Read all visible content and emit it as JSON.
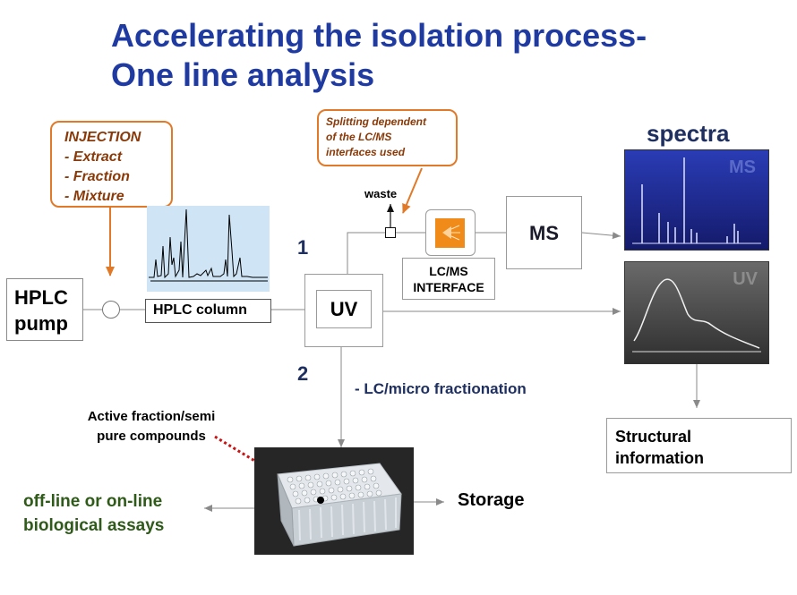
{
  "title": {
    "line1": "Accelerating the isolation process-",
    "line2": "One line analysis"
  },
  "injection_callout": {
    "heading": "INJECTION",
    "items": [
      "- Extract",
      "- Fraction",
      "- Mixture"
    ]
  },
  "splitting_callout": {
    "line1": "Splitting dependent",
    "line2": "of the LC/MS",
    "line3": "interfaces used"
  },
  "spectra_heading": "spectra",
  "hplc_pump": {
    "line1": "HPLC",
    "line2": "pump"
  },
  "hplc_column_label": "HPLC column",
  "uv_detector_label": "UV",
  "waste_label": "waste",
  "interface_label": {
    "line1": "LC/MS",
    "line2": "INTERFACE"
  },
  "ms_label": "MS",
  "ms_spectrum_label": "MS",
  "uv_spectrum_label": "UV",
  "path_numbers": {
    "one": "1",
    "two": "2"
  },
  "fractionation_label": "- LC/micro fractionation",
  "active_fraction": {
    "line1": "Active fraction/semi",
    "line2": "pure compounds"
  },
  "bioassay": {
    "line1": "off-line or on-line",
    "line2": "biological assays"
  },
  "storage_label": "Storage",
  "structural_info": {
    "line1": "Structural",
    "line2": "information"
  },
  "colors": {
    "title": "#1f3aa0",
    "callout_border": "#e07a28",
    "callout_text": "#8a3a08",
    "bioassay_text": "#2f5a1a",
    "ms_panel": "#1e2d9a",
    "uv_panel": "#4a4a4a",
    "dotted_pointer": "#c81414"
  }
}
